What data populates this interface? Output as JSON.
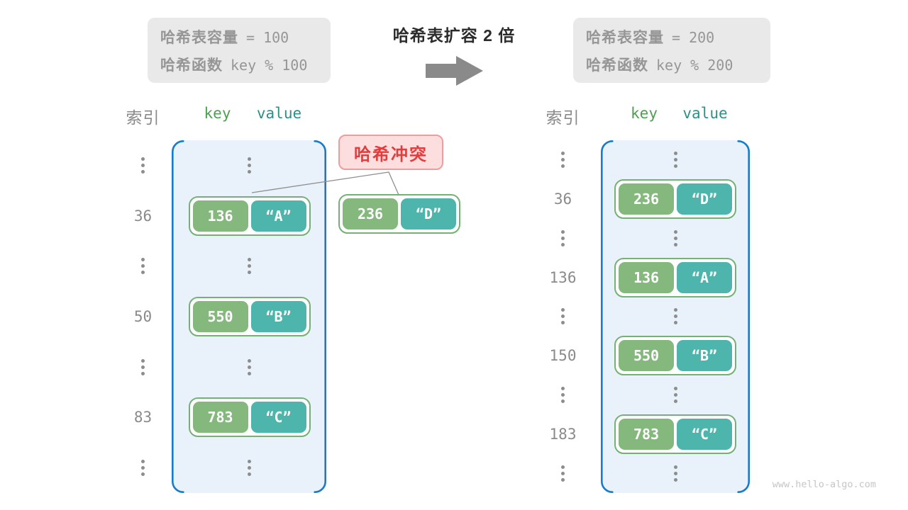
{
  "page": {
    "watermark": "www.hello-algo.com"
  },
  "header": {
    "title": "哈希表扩容 2 倍"
  },
  "info_left": {
    "line1_label": "哈希表容量",
    "line1_value": "= 100",
    "line2_label": "哈希函数",
    "line2_value": "key % 100"
  },
  "info_right": {
    "line1_label": "哈希表容量",
    "line1_value": "= 200",
    "line2_label": "哈希函数",
    "line2_value": "key % 200"
  },
  "collision": {
    "label": "哈希冲突",
    "pair": {
      "key": "236",
      "value": "“D”"
    }
  },
  "left_table": {
    "headers": {
      "index": "索引",
      "key": "key",
      "value": "value"
    },
    "rows": [
      {
        "type": "dots"
      },
      {
        "type": "pair",
        "index": "36",
        "key": "136",
        "value": "“A”"
      },
      {
        "type": "dots"
      },
      {
        "type": "pair",
        "index": "50",
        "key": "550",
        "value": "“B”"
      },
      {
        "type": "dots"
      },
      {
        "type": "pair",
        "index": "83",
        "key": "783",
        "value": "“C”"
      },
      {
        "type": "dots"
      }
    ]
  },
  "right_table": {
    "headers": {
      "index": "索引",
      "key": "key",
      "value": "value"
    },
    "rows": [
      {
        "type": "dots"
      },
      {
        "type": "pair",
        "index": "36",
        "key": "236",
        "value": "“D”"
      },
      {
        "type": "dots"
      },
      {
        "type": "pair",
        "index": "136",
        "key": "136",
        "value": "“A”"
      },
      {
        "type": "dots"
      },
      {
        "type": "pair",
        "index": "150",
        "key": "550",
        "value": "“B”"
      },
      {
        "type": "dots"
      },
      {
        "type": "pair",
        "index": "183",
        "key": "783",
        "value": "“C”"
      },
      {
        "type": "dots"
      }
    ]
  },
  "colors": {
    "key_green": "#84b87c",
    "value_teal": "#4db5ab",
    "pair_border": "#74b174",
    "table_blue": "#1a7bc9",
    "table_fill": "#e9f2fb",
    "gray_text": "#8a8a8a",
    "dot_gray": "#8d8d8d",
    "header_key": "#4f9e54",
    "header_value": "#2e8f88",
    "info_bg": "#e9e9e9",
    "info_text": "#969696",
    "title_color": "#2b2b2b",
    "arrow_gray": "#8a8a8a",
    "connector_gray": "#8f8f8f",
    "collision_red": "#e23c3c",
    "collision_bg": "#fcdede",
    "collision_border": "#f09c9c",
    "watermark_gray": "#c6c6c6"
  }
}
